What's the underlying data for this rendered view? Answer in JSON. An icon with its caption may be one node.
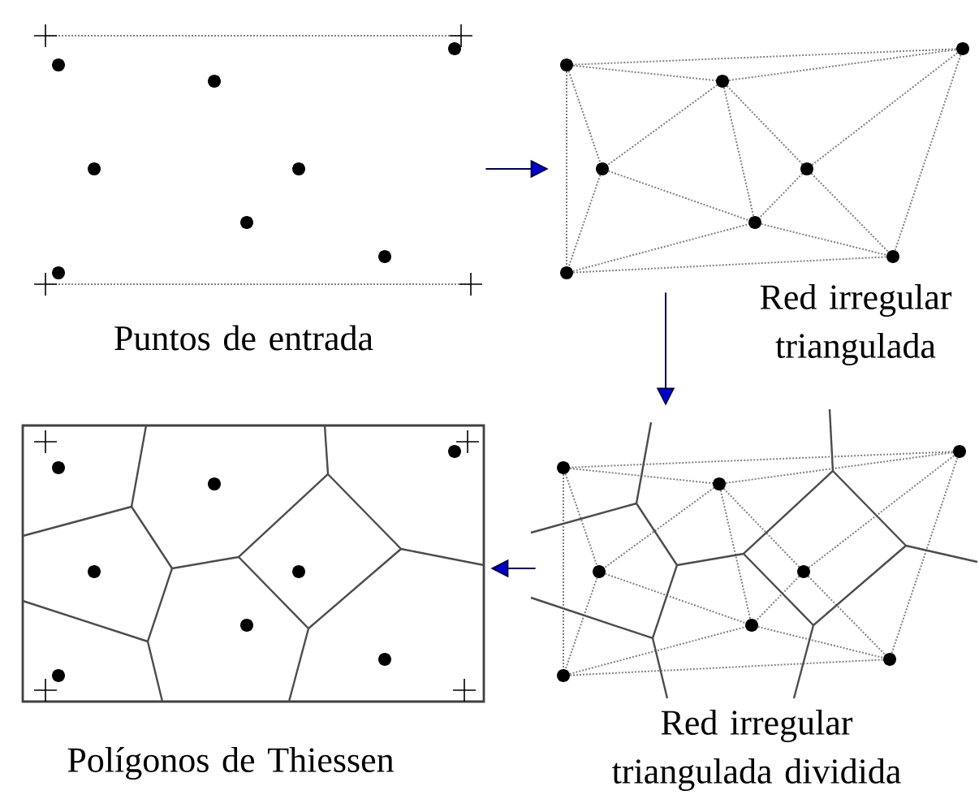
{
  "diagram": {
    "nodes": [
      {
        "text": [
          "Puntos de entrada"
        ]
      },
      {
        "text": [
          "Red irregular triangulada"
        ]
      },
      {
        "text": [
          "Red irregular triangulada dividida"
        ]
      },
      {
        "text": [
          "Polígonos de Thiessen"
        ]
      }
    ],
    "edges": [
      {
        "from": 0,
        "to": 1,
        "arrow": "to"
      },
      {
        "from": 1,
        "to": 2,
        "arrow": "to"
      },
      {
        "from": 2,
        "to": 3,
        "arrow": "to"
      }
    ]
  }
}
